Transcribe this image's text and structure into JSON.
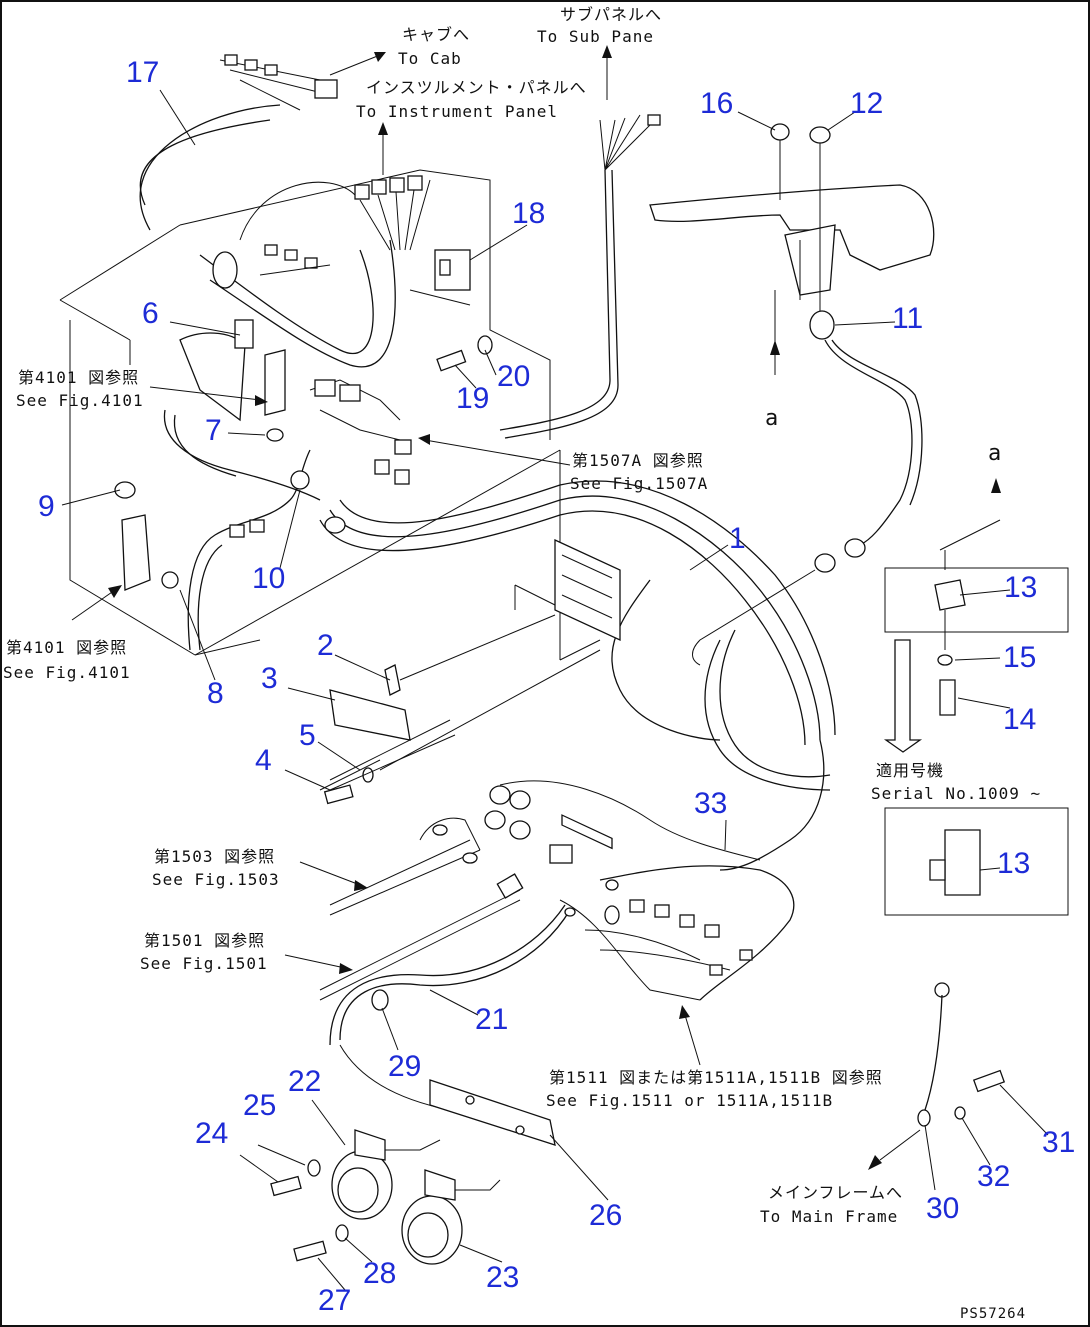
{
  "colors": {
    "part_number": "#1d2bd6",
    "line": "#111111",
    "background": "#ffffff"
  },
  "part_numbers": {
    "n1": "1",
    "n2": "2",
    "n3": "3",
    "n4": "4",
    "n5": "5",
    "n6": "6",
    "n7": "7",
    "n8": "8",
    "n9": "9",
    "n10": "10",
    "n11": "11",
    "n12": "12",
    "n13a": "13",
    "n13b": "13",
    "n14": "14",
    "n15": "15",
    "n16": "16",
    "n17": "17",
    "n18": "18",
    "n19": "19",
    "n20": "20",
    "n21": "21",
    "n22": "22",
    "n23": "23",
    "n24": "24",
    "n25": "25",
    "n26": "26",
    "n27": "27",
    "n28": "28",
    "n29": "29",
    "n30": "30",
    "n31": "31",
    "n32": "32",
    "n33": "33"
  },
  "notes": {
    "to_cab_jp": "キャブへ",
    "to_cab_en": "To Cab",
    "to_sub_jp": "サブパネルへ",
    "to_sub_en": "To Sub Pane",
    "to_instr_jp": "インスツルメント・パネルへ",
    "to_instr_en": "To Instrument Panel",
    "fig4101_jp_1": "第4101 図参照",
    "fig4101_en_1": "See Fig.4101",
    "fig1507_jp": "第1507A 図参照",
    "fig1507_en": "See Fig.1507A",
    "fig4101_jp_2": "第4101 図参照",
    "fig4101_en_2": "See Fig.4101",
    "serial_jp": "適用号機",
    "serial_en": "Serial No.1009 ~",
    "fig1503_jp": "第1503 図参照",
    "fig1503_en": "See Fig.1503",
    "fig1501_jp": "第1501 図参照",
    "fig1501_en": "See Fig.1501",
    "fig1511_jp": "第1511 図または第1511A,1511B 図参照",
    "fig1511_en": "See Fig.1511 or 1511A,1511B",
    "to_main_jp": "メインフレームへ",
    "to_main_en": "To Main Frame",
    "label_a1": "a",
    "label_a2": "a",
    "drawing_code": "PS57264"
  }
}
